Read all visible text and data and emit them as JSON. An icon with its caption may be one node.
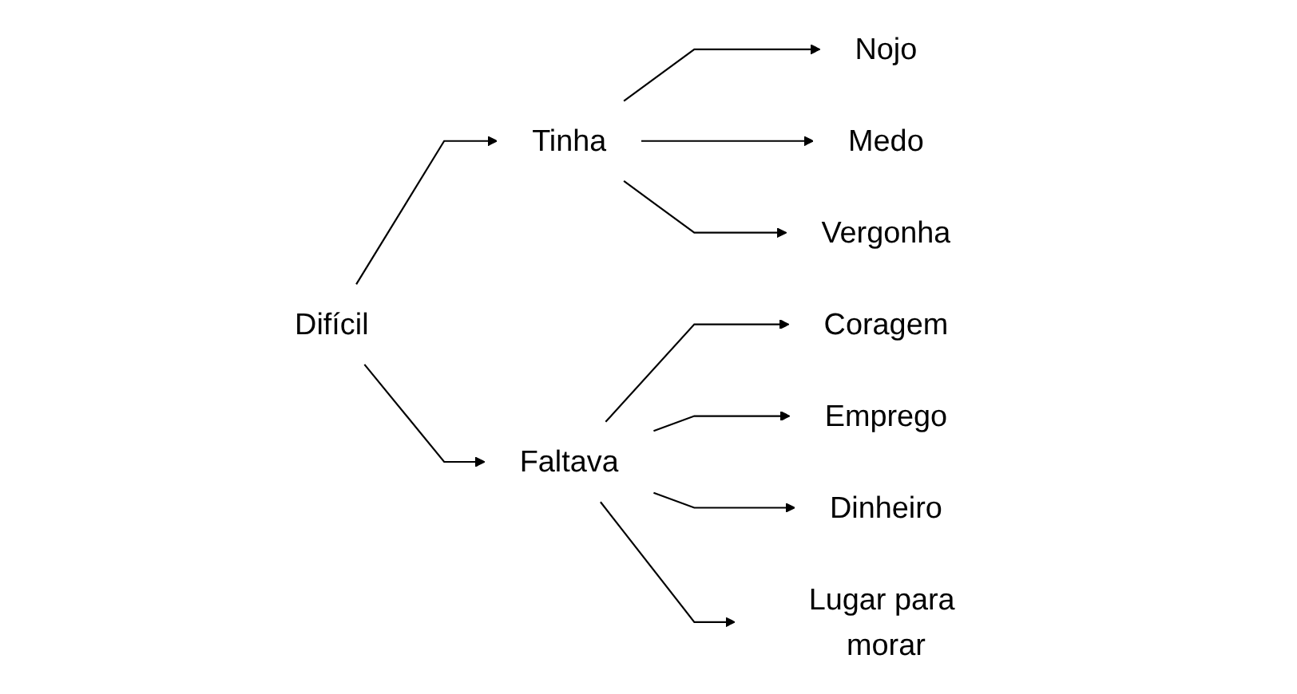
{
  "diagram": {
    "nodes": [
      {
        "text": [
          "Difícil"
        ]
      },
      {
        "text": [
          "Tinha"
        ]
      },
      {
        "text": [
          "Faltava"
        ]
      },
      {
        "text": [
          "Nojo"
        ]
      },
      {
        "text": [
          "Medo"
        ]
      },
      {
        "text": [
          "Vergonha"
        ]
      },
      {
        "text": [
          "Coragem"
        ]
      },
      {
        "text": [
          "Emprego"
        ]
      },
      {
        "text": [
          "Dinheiro"
        ]
      },
      {
        "text": [
          "Lugar para morar"
        ]
      }
    ],
    "edges": [
      {
        "from": 0,
        "to": 1,
        "arrow": "to"
      },
      {
        "from": 0,
        "to": 2,
        "arrow": "to"
      },
      {
        "from": 1,
        "to": 3,
        "arrow": "to"
      },
      {
        "from": 1,
        "to": 4,
        "arrow": "to"
      },
      {
        "from": 1,
        "to": 5,
        "arrow": "to"
      },
      {
        "from": 2,
        "to": 6,
        "arrow": "to"
      },
      {
        "from": 2,
        "to": 7,
        "arrow": "to"
      },
      {
        "from": 2,
        "to": 8,
        "arrow": "to"
      },
      {
        "from": 2,
        "to": 9,
        "arrow": "to"
      }
    ]
  }
}
